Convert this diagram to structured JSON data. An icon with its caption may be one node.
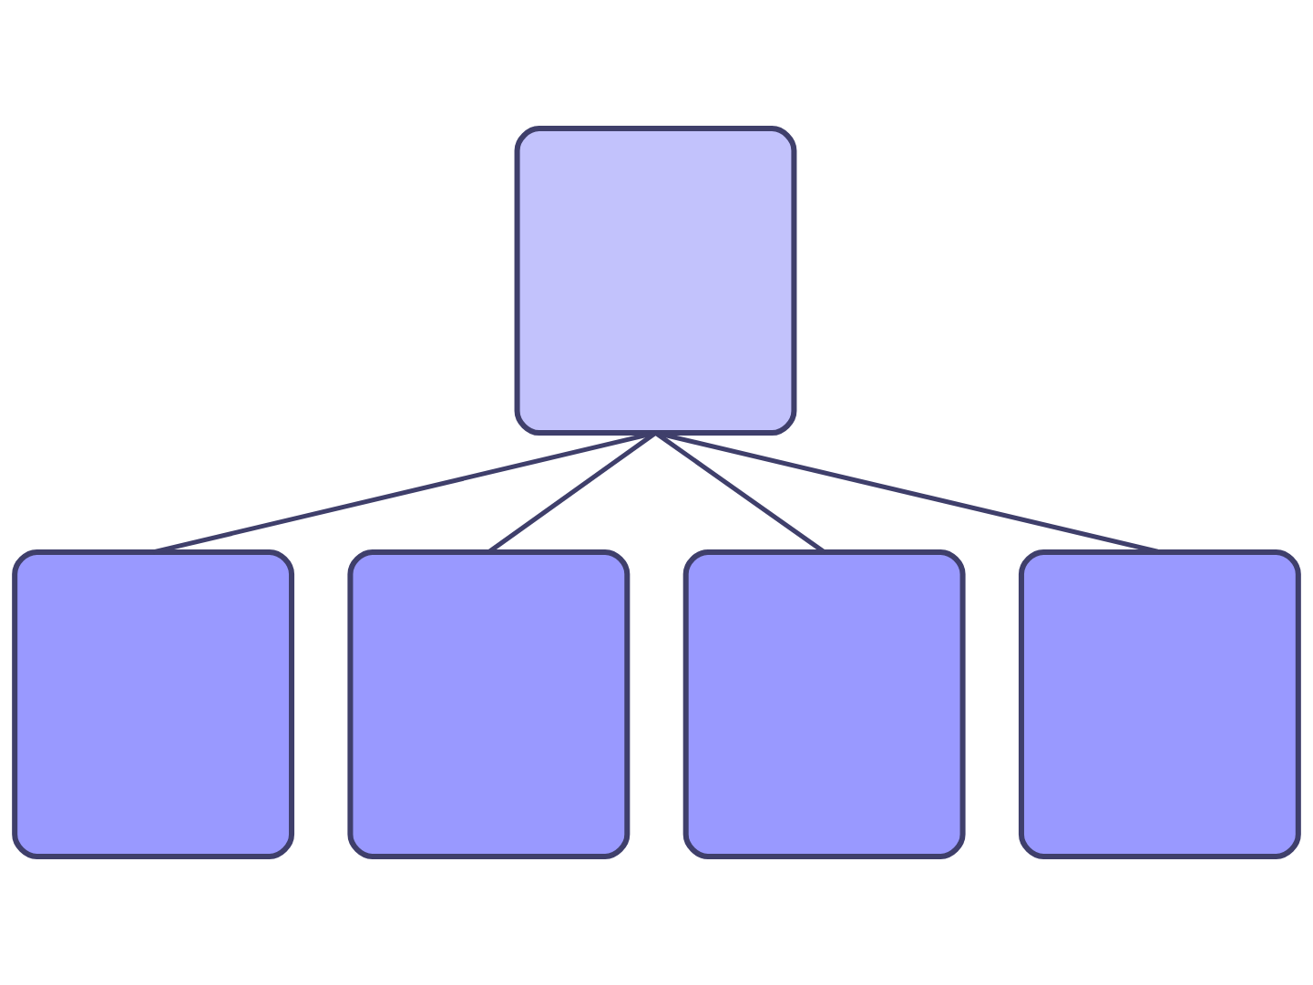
{
  "diagram": {
    "nodes": [
      {
        "text": [],
        "shape": "box"
      },
      {
        "text": [],
        "shape": "box"
      },
      {
        "text": [],
        "shape": "box"
      },
      {
        "text": [],
        "shape": "box"
      },
      {
        "text": [],
        "shape": "box"
      }
    ],
    "edges": [
      {
        "from": 0,
        "to": 1,
        "arrow": "none"
      },
      {
        "from": 0,
        "to": 2,
        "arrow": "none"
      },
      {
        "from": 0,
        "to": 3,
        "arrow": "none"
      },
      {
        "from": 0,
        "to": 4,
        "arrow": "none"
      }
    ]
  }
}
